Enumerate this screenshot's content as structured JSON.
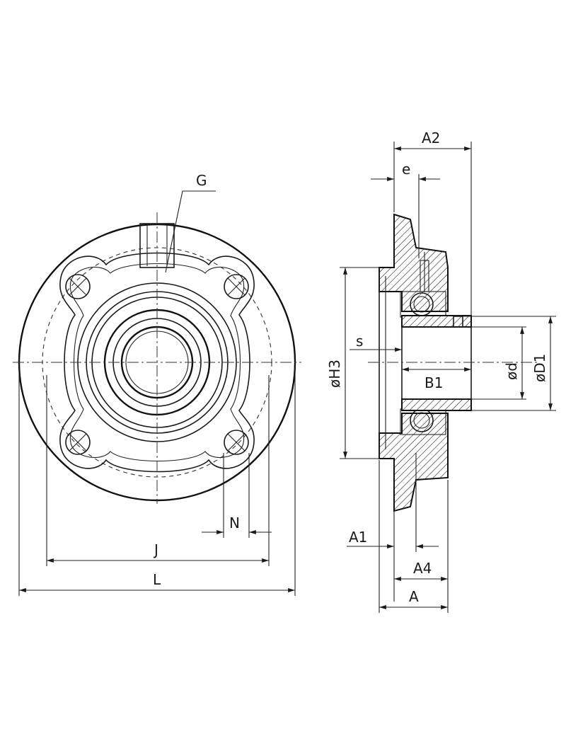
{
  "labels": {
    "G": "G",
    "N": "N",
    "J": "J",
    "L": "L",
    "A2": "A2",
    "e": "e",
    "s": "s",
    "B1": "B1",
    "H3": "øH3",
    "d": "ød",
    "D1": "øD1",
    "A1": "A1",
    "A4": "A4",
    "A": "A"
  }
}
